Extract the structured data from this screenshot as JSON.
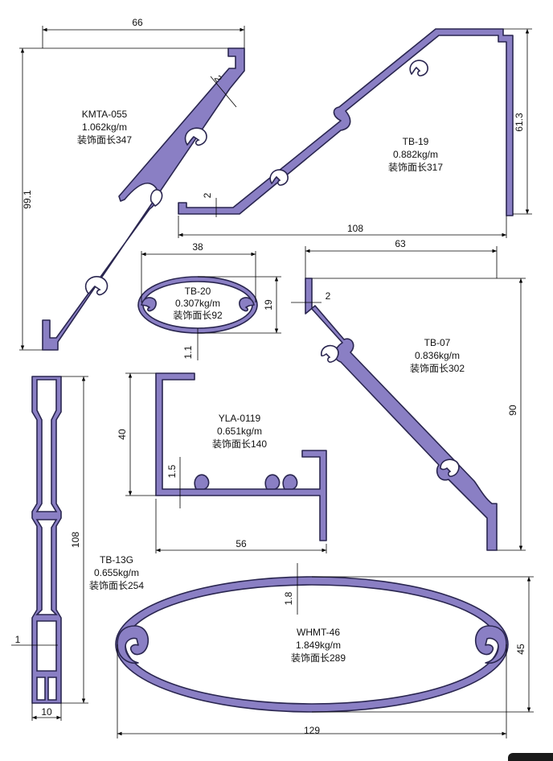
{
  "profiles": {
    "kmta055": {
      "code": "KMTA-055",
      "weight": "1.062kg/m",
      "area": "装饰面长347",
      "dim_width": "66",
      "dim_height": "99.1",
      "dim_wall": "2"
    },
    "tb19": {
      "code": "TB-19",
      "weight": "0.882kg/m",
      "area": "装饰面长317",
      "dim_width": "108",
      "dim_height": "61.3",
      "dim_wall": "2"
    },
    "tb20": {
      "code": "TB-20",
      "weight": "0.307kg/m",
      "area": "装饰面长92",
      "dim_width": "38",
      "dim_height": "19",
      "dim_wall": "1.1"
    },
    "tb07": {
      "code": "TB-07",
      "weight": "0.836kg/m",
      "area": "装饰面长302",
      "dim_width": "63",
      "dim_height": "90",
      "dim_wall": "2"
    },
    "yla0119": {
      "code": "YLA-0119",
      "weight": "0.651kg/m",
      "area": "装饰面长140",
      "dim_width": "56",
      "dim_height": "40",
      "dim_wall": "1.5"
    },
    "tb13g": {
      "code": "TB-13G",
      "weight": "0.655kg/m",
      "area": "装饰面长254",
      "dim_width": "10",
      "dim_height": "108",
      "dim_wall": "1"
    },
    "whmt46": {
      "code": "WHMT-46",
      "weight": "1.849kg/m",
      "area": "装饰面长289",
      "dim_width": "129",
      "dim_height": "45",
      "dim_wall": "1.8"
    }
  }
}
